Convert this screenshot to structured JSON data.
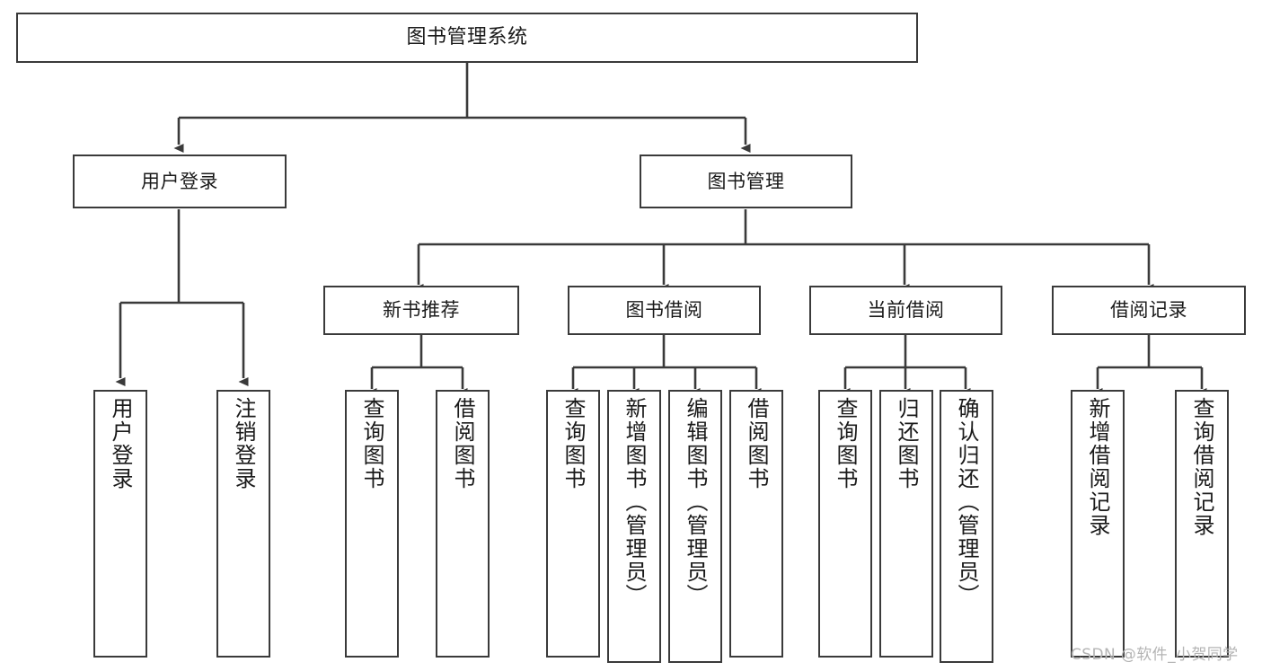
{
  "diagram": {
    "title": "图书管理系统",
    "type": "tree",
    "watermark": "CSDN @软件_小贺同学",
    "colors": {
      "stroke": "#3a3a3a",
      "fill": "#ffffff",
      "text": "#1a1a1a",
      "watermark": "#b4b4b4"
    },
    "nodes": {
      "root": {
        "label": "图书管理系统"
      },
      "level1": [
        {
          "id": "user-login",
          "label": "用户登录"
        },
        {
          "id": "book-manage",
          "label": "图书管理"
        }
      ],
      "level2": [
        {
          "id": "new-book-rec",
          "label": "新书推荐"
        },
        {
          "id": "book-borrow",
          "label": "图书借阅"
        },
        {
          "id": "current-borrow",
          "label": "当前借阅"
        },
        {
          "id": "borrow-record",
          "label": "借阅记录"
        }
      ],
      "leaves": [
        {
          "id": "leaf-user-login",
          "label": "用户登录",
          "parent": "user-login"
        },
        {
          "id": "leaf-user-logout",
          "label": "注销登录",
          "parent": "user-login"
        },
        {
          "id": "leaf-query-book-1",
          "label": "查询图书",
          "parent": "new-book-rec"
        },
        {
          "id": "leaf-borrow-book-1",
          "label": "借阅图书",
          "parent": "new-book-rec"
        },
        {
          "id": "leaf-query-book-2",
          "label": "查询图书",
          "parent": "book-borrow"
        },
        {
          "id": "leaf-add-book",
          "label": "新增图书（管理员）",
          "parent": "book-borrow"
        },
        {
          "id": "leaf-edit-book",
          "label": "编辑图书（管理员）",
          "parent": "book-borrow"
        },
        {
          "id": "leaf-borrow-book-2",
          "label": "借阅图书",
          "parent": "book-borrow"
        },
        {
          "id": "leaf-query-book-3",
          "label": "查询图书",
          "parent": "current-borrow"
        },
        {
          "id": "leaf-return-book",
          "label": "归还图书",
          "parent": "current-borrow"
        },
        {
          "id": "leaf-confirm-return",
          "label": "确认归还（管理员）",
          "parent": "current-borrow"
        },
        {
          "id": "leaf-add-record",
          "label": "新增借阅记录",
          "parent": "borrow-record"
        },
        {
          "id": "leaf-query-record",
          "label": "查询借阅记录",
          "parent": "borrow-record"
        }
      ]
    }
  }
}
